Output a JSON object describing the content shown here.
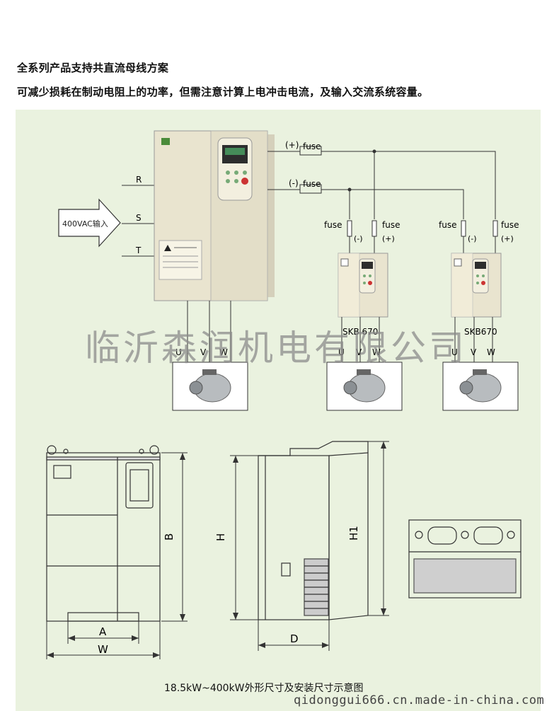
{
  "heading": "全系列产品支持共直流母线方案",
  "subheading": "可减少损耗在制动电阻上的功率，但需注意计算上电冲击电流，及输入交流系统容量。",
  "wiring": {
    "input_label": "400VAC输入",
    "phases": [
      "R",
      "S",
      "T"
    ],
    "bus_plus": "(+)",
    "bus_minus": "(-)",
    "fuse": "fuse",
    "minus_short": "(-)",
    "plus_short": "(+)",
    "drive_models": [
      "SKB 670",
      "SKB670"
    ],
    "motor_terminals": [
      "U",
      "V",
      "W"
    ]
  },
  "watermark": "临沂森润机电有限公司",
  "dimensions": {
    "labels": {
      "A": "A",
      "B": "B",
      "W": "W",
      "H": "H",
      "D": "D",
      "H1": "H1"
    },
    "caption": "18.5kW~400kW外形尺寸及安装尺寸示意图"
  },
  "footer_watermark": "qidonggui666.cn.made-in-china.com",
  "colors": {
    "panel_bg": "#eaf2df",
    "drive_body": "#e9e4cf",
    "line": "#333333"
  }
}
